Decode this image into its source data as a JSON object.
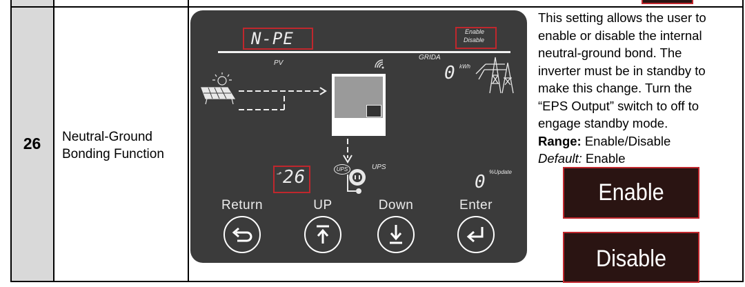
{
  "row": {
    "number": "26",
    "title_line1": "Neutral-Ground",
    "title_line2": "Bonding Function"
  },
  "display": {
    "setting_code": "N-PE",
    "enable_label": "Enable",
    "disable_label": "Disable",
    "pv_label": "PV",
    "grid_label": "GRIDA",
    "energy_value": "0",
    "energy_unit": "kWh",
    "menu_number": "26",
    "ups_badge": "UPS",
    "ups_label": "UPS",
    "update_value": "0",
    "update_unit": "%Update"
  },
  "buttons": {
    "return_label": "Return",
    "up_label": "UP",
    "down_label": "Down",
    "enter_label": "Enter"
  },
  "description": {
    "line1": "This setting allows the user to",
    "line2": "enable or disable the internal",
    "line3": "neutral-ground bond. The",
    "line4": "inverter must be in standby to",
    "line5": "make this change. Turn the",
    "line6": "“EPS Output” switch to off to",
    "line7": "engage standby mode.",
    "range_label": "Range:",
    "range_value": "Enable/Disable",
    "default_label": "Default:",
    "default_value": "Enable"
  },
  "options": {
    "enable": "Enable",
    "disable": "Disable"
  },
  "colors": {
    "panel": "#3b3b3b",
    "highlight": "#c0272d",
    "option_bg": "#2a1412",
    "row_gray": "#d9d9d9"
  }
}
